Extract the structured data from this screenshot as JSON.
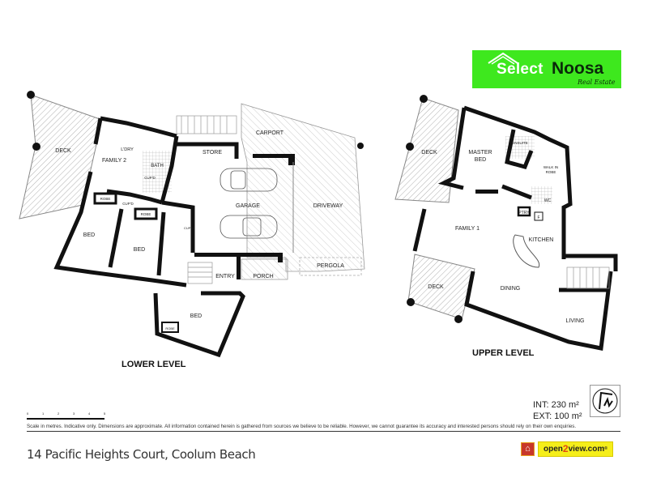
{
  "logo": {
    "brand_part1": "Select",
    "brand_part2": "Noosa",
    "tagline": "Real Estate",
    "bg_color": "#3ee81e"
  },
  "lower_level": {
    "title": "LOWER LEVEL",
    "rooms": [
      "DECK",
      "FAMILY 2",
      "L'DRY",
      "BATH",
      "CUP'D",
      "ROBE",
      "CUP'D",
      "ROBE",
      "BED",
      "BED",
      "CUP'D",
      "STORE",
      "CARPORT",
      "GARAGE",
      "DRIVEWAY",
      "PERGOLA",
      "ENTRY",
      "PORCH",
      "BED",
      "ROBE"
    ]
  },
  "upper_level": {
    "title": "UPPER LEVEL",
    "rooms": [
      "DECK",
      "MASTER BED",
      "ENSUITE",
      "WALK IN ROBE",
      "WC",
      "PTRY",
      "F",
      "FAMILY 1",
      "KITCHEN",
      "DECK",
      "DINING",
      "LIVING"
    ]
  },
  "areas": {
    "internal": "INT: 230 m²",
    "external": "EXT: 100 m²"
  },
  "compass": {
    "icon": "north-arrow-icon"
  },
  "scale_bar": {
    "ticks": [
      "0",
      "1",
      "2",
      "3",
      "4",
      "5"
    ]
  },
  "disclaimer": "Scale in metres. Indicative only. Dimensions are approximate. All information contained herein is gathered from sources we believe to be reliable. However, we cannot guarantee its accuracy and interested persons should rely on their own enquiries.",
  "address": "14 Pacific Heights Court, Coolum Beach",
  "open2view": {
    "pre": "open",
    "two": "2",
    "post": "view.com",
    "reg": "®"
  }
}
